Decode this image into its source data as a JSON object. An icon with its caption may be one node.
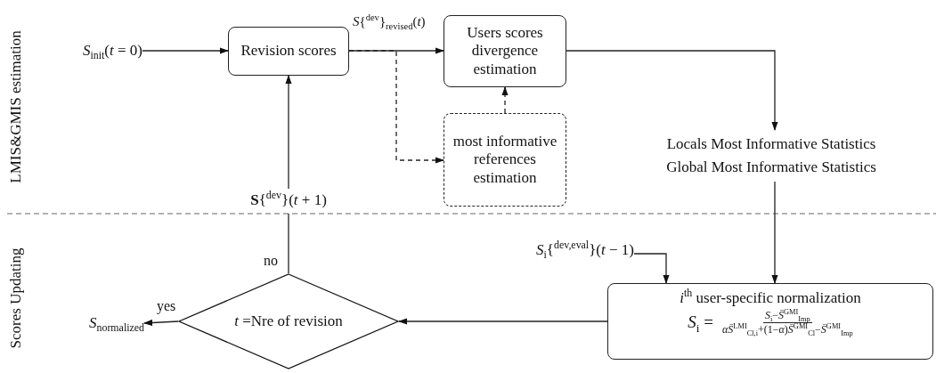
{
  "diagram": {
    "nodes": [
      {
        "text": [
          "*S*$_{init}$(*t* = 0)"
        ]
      },
      {
        "text": [
          "Revision scores"
        ]
      },
      {
        "text": [
          "Users scores divergence estimation"
        ]
      },
      {
        "text": [
          "most informative references estimation"
        ]
      },
      {
        "text": [
          "Locals Most Informative Statistics",
          "Global Most Informative Statistics"
        ]
      },
      {
        "text": [
          "**S**{$^{dev}$}(*t* + 1)"
        ]
      },
      {
        "text": [
          "*S*$_{i}${$^{dev,eval}$}(*t* − 1)"
        ]
      },
      {
        "text": [
          "*i*$^{th}$ user-specific normalization",
          "*S*$_{i}$ =",
          "*S*$_{i}$−*S̄*$^{GMI}$$_{Imp}$",
          "*αS̄*$^{LMI}$$_{Cl,i}$+(1−*α*)*S̄*$^{GMI}$$_{Cl}$−*S̄*$^{GMI}$$_{Imp}$"
        ]
      },
      {
        "text": [
          "*t* =Nre of revision"
        ]
      },
      {
        "text": [
          "*S*$_{normalized}$"
        ]
      }
    ],
    "edges": [
      {
        "from": 0,
        "to": 1,
        "arrow": "to"
      },
      {
        "from": 1,
        "to": 2,
        "arrow": "to",
        "label": "*S*{$^{dev}$}$_{revised}$(*t*)"
      },
      {
        "from": 1,
        "to": 3,
        "arrow": "to",
        "style": "dashed"
      },
      {
        "from": 3,
        "to": 2,
        "arrow": "to",
        "style": "dashed"
      },
      {
        "from": 2,
        "to": 4,
        "arrow": "to"
      },
      {
        "from": 4,
        "to": 7,
        "arrow": "to"
      },
      {
        "from": 6,
        "to": 7,
        "arrow": "to"
      },
      {
        "from": 7,
        "to": 8,
        "arrow": "to"
      },
      {
        "from": 8,
        "to": 9,
        "arrow": "to",
        "label": "yes"
      },
      {
        "from": 8,
        "to": 5,
        "arrow": "none",
        "label": "no"
      },
      {
        "from": 5,
        "to": 1,
        "arrow": "to"
      }
    ],
    "labels": [
      "LMIS&GMIS estimation",
      "Scores Updating"
    ]
  }
}
